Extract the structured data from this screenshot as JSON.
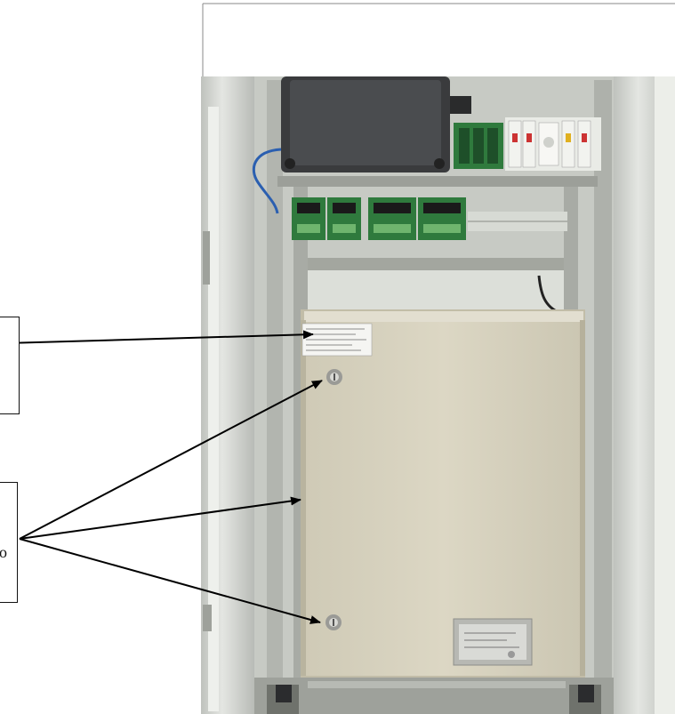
{
  "figure": {
    "callout_b_partial_text": "o",
    "colors": {
      "cabinet_frame": "#d9dcd6",
      "cabinet_shadow": "#a9aca6",
      "enclosure_door": "#d8d3bf",
      "enclosure_shade": "#c3bea9",
      "terminal_board": "#2f7a3d",
      "junction_box": "#3a3b3d",
      "arrow": "#000000"
    },
    "icons": [
      "lock-icon",
      "arrow-icon",
      "label-sticker",
      "junction-box",
      "terminal-board",
      "breaker-icon"
    ]
  }
}
